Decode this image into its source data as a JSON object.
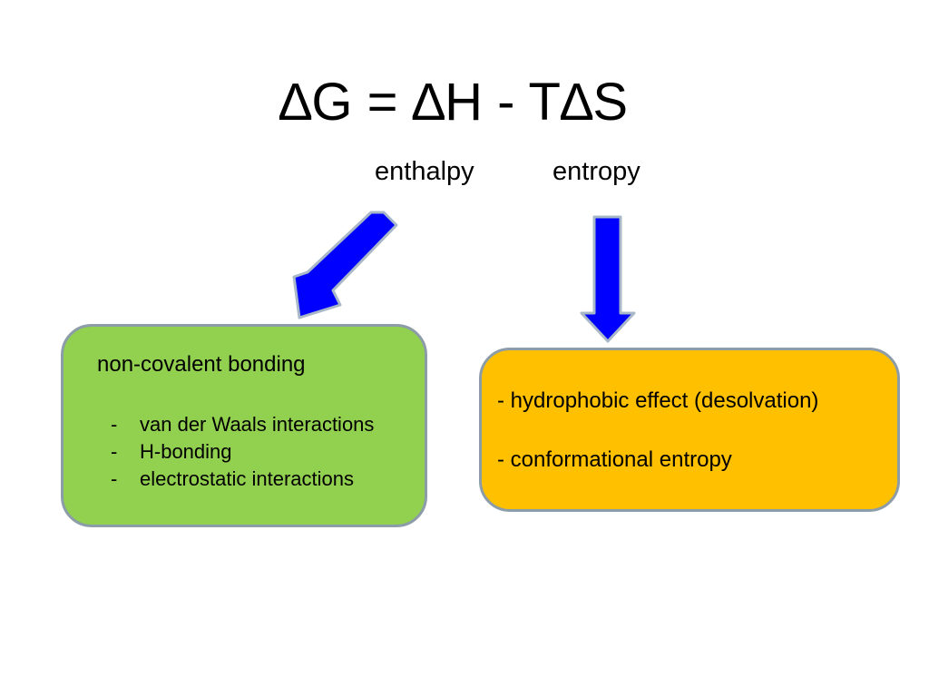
{
  "equation": "∆G = ∆H - T∆S",
  "labels": {
    "enthalpy": "enthalpy",
    "entropy": "entropy"
  },
  "colors": {
    "arrow": "#0000ff",
    "arrow_outline": "#a9b8c8",
    "green_box": "#92d050",
    "orange_box": "#ffc000",
    "box_border": "#8c9ca8"
  },
  "enthalpy_box": {
    "title": "non-covalent bonding",
    "dash": "-",
    "items": [
      "van der Waals interactions",
      "H-bonding",
      "electrostatic interactions"
    ]
  },
  "entropy_box": {
    "items": [
      "- hydrophobic effect (desolvation)",
      "- conformational entropy"
    ]
  }
}
